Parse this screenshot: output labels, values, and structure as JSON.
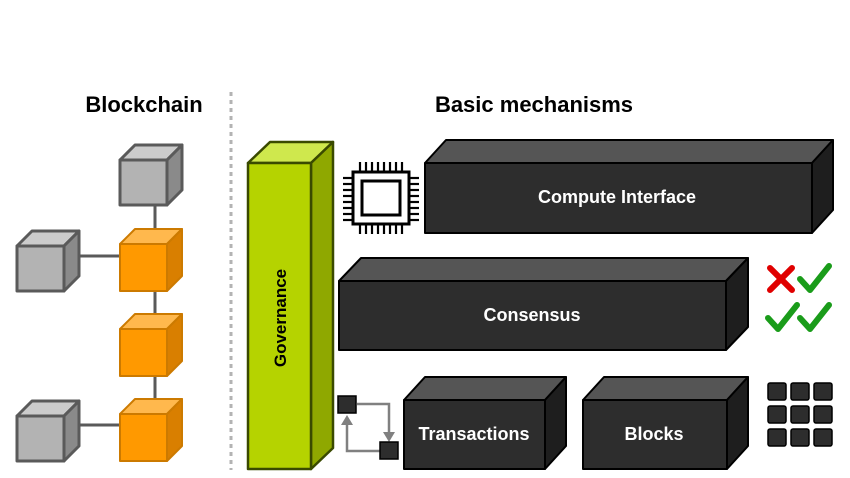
{
  "headings": {
    "left": "Blockchain",
    "right": "Basic mechanisms"
  },
  "governance": {
    "label": "Governance"
  },
  "mechanisms": {
    "compute_interface": "Compute Interface",
    "consensus": "Consensus",
    "transactions": "Transactions",
    "blocks": "Blocks"
  },
  "icons": {
    "compute": "cpu-chip-icon",
    "consensus": "vote-check-marks-icon",
    "transactions": "transaction-flow-icon",
    "blocks": "block-grid-icon"
  },
  "colors": {
    "box_dark": "#2d2d2d",
    "governance_green": "#b5d300",
    "chain_orange": "#ff9900",
    "chain_gray": "#b3b3b3",
    "check_green": "#1a9c1a",
    "cross_red": "#e00000"
  }
}
